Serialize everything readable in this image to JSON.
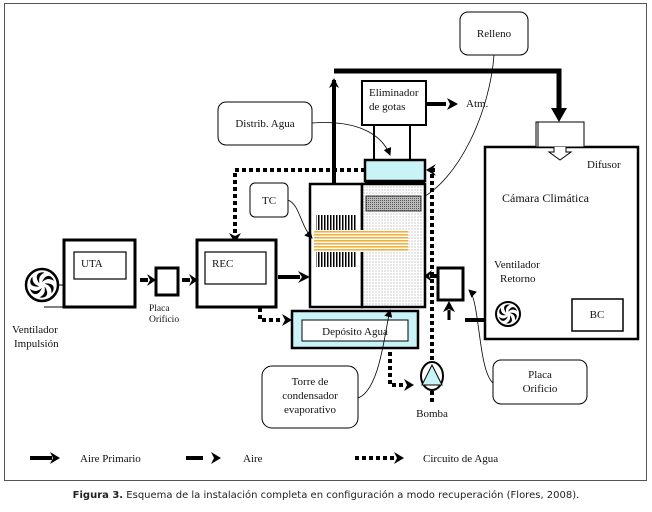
{
  "labels": {
    "relleno": "Relleno",
    "distrib_agua": "Distrib. Agua",
    "eliminador_line1": "Eliminador",
    "eliminador_line2": "de gotas",
    "atm": "Atm.",
    "difusor": "Difusor",
    "camara": "Cámara Climática",
    "tc": "TC",
    "uta": "UTA",
    "rec": "REC",
    "placa_orificio_line1": "Placa",
    "placa_orificio_line2": "Orificio",
    "ventilador_impulsion_line1": "Ventilador",
    "ventilador_impulsion_line2": "Impulsión",
    "deposito": "Depósito Agua",
    "ventilador_retorno_line1": "Ventilador",
    "ventilador_retorno_line2": "Retorno",
    "bc": "BC",
    "torre_line1": "Torre de",
    "torre_line2": "condensador",
    "torre_line3": "evaporativo",
    "bomba": "Bomba",
    "placa2_line1": "Placa",
    "placa2_line2": "Orificio"
  },
  "legend": {
    "aire_primario": "Aire Primario",
    "aire": "Aire",
    "circuito_agua": "Circuito de Agua"
  },
  "caption": {
    "figure": "Figura 3.",
    "text": " Esquema de la instalación completa en configuración a modo recuperación (Flores, 2008)."
  },
  "colors": {
    "water": "#c8f4f8",
    "coil_orange": "#f0b040",
    "line": "#000000"
  }
}
